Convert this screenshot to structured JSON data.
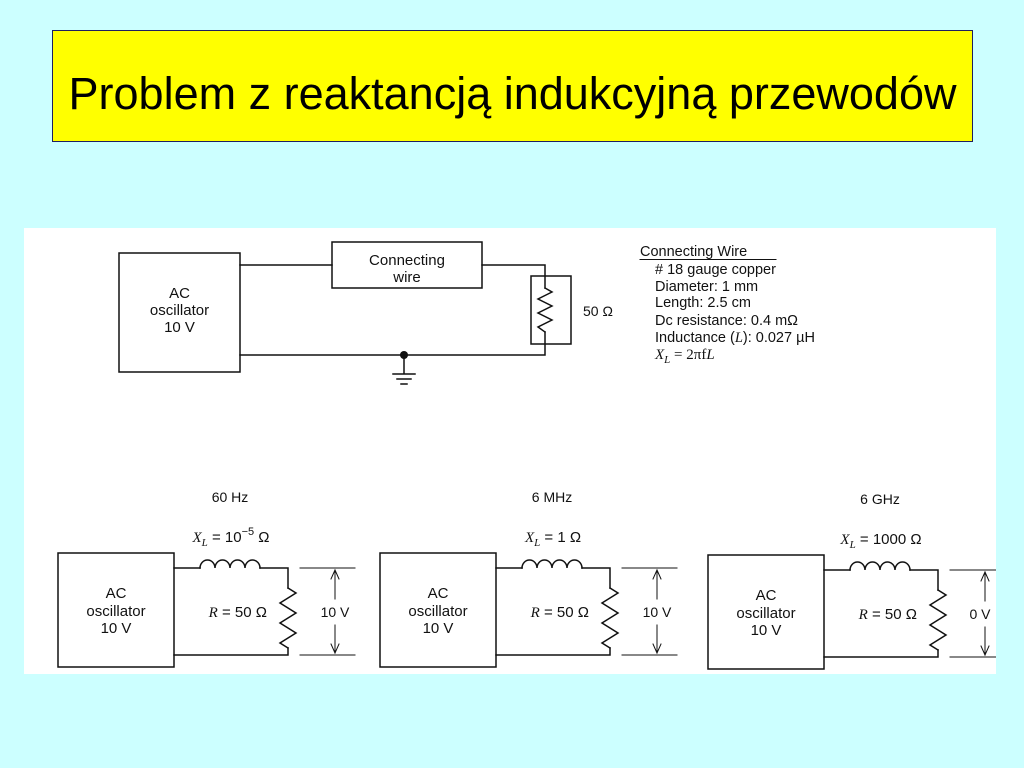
{
  "slide": {
    "title": "Problem z reaktancją indukcyjną przewodów",
    "colors": {
      "background": "#ccffff",
      "title_fill": "#ffff00",
      "title_border": "#1f1f5f",
      "panel": "#ffffff",
      "ink": "#111111"
    }
  },
  "top_circuit": {
    "oscillator": {
      "line1": "AC",
      "line2": "oscillator",
      "line3": "10 V"
    },
    "wire_box": {
      "line1": "Connecting",
      "line2": "wire"
    },
    "load_label": "50 Ω"
  },
  "wire_specs": {
    "heading": "Connecting Wire",
    "gauge": "# 18 gauge copper",
    "diameter": "Diameter: 1 mm",
    "length": "Length: 2.5 cm",
    "dc_resistance": "Dc resistance: 0.4 mΩ",
    "inductance": {
      "prefix": "Inductance (",
      "symbol": "L",
      "suffix": "): 0.027 µH"
    },
    "formula": {
      "symbol": "X",
      "subscript": "L",
      "equals": " = 2πf",
      "symbol2": "L"
    }
  },
  "cases": [
    {
      "frequency": "60 Hz",
      "reactance": {
        "symbol": "X",
        "subscript": "L",
        "equals": " = 10",
        "exponent": "−5",
        "unit": " Ω"
      },
      "oscillator": {
        "line1": "AC",
        "line2": "oscillator",
        "line3": "10 V"
      },
      "resistor": {
        "symbol": "R",
        "equals": " = 50 Ω"
      },
      "load_voltage": "10 V"
    },
    {
      "frequency": "6 MHz",
      "reactance": {
        "symbol": "X",
        "subscript": "L",
        "equals": " = 1 Ω"
      },
      "oscillator": {
        "line1": "AC",
        "line2": "oscillator",
        "line3": "10 V"
      },
      "resistor": {
        "symbol": "R",
        "equals": " = 50 Ω"
      },
      "load_voltage": "10 V"
    },
    {
      "frequency": "6 GHz",
      "reactance": {
        "symbol": "X",
        "subscript": "L",
        "equals": " = 1000 Ω"
      },
      "oscillator": {
        "line1": "AC",
        "line2": "oscillator",
        "line3": "10 V"
      },
      "resistor": {
        "symbol": "R",
        "equals": " = 50 Ω"
      },
      "load_voltage": "0 V"
    }
  ]
}
